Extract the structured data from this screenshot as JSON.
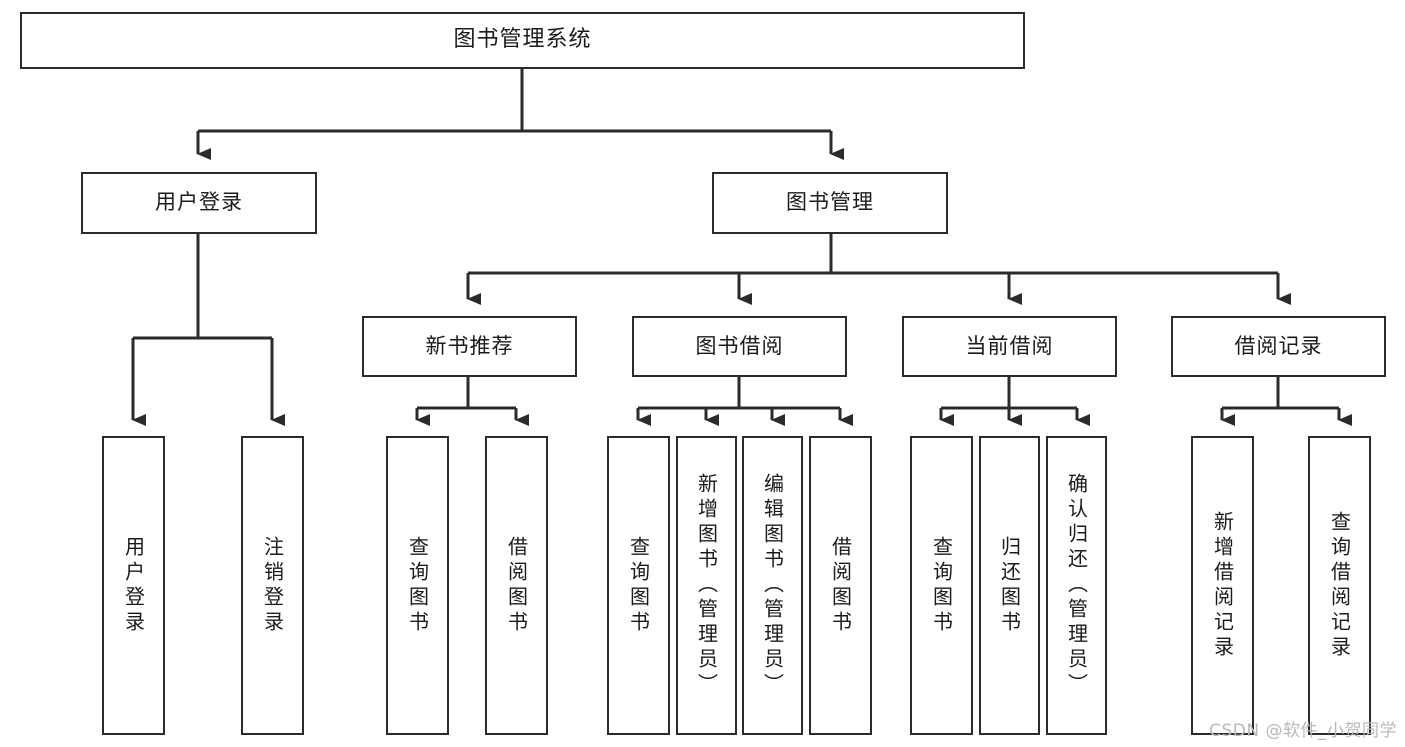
{
  "diagram": {
    "type": "tree-hierarchy",
    "title": "图书管理系统",
    "watermark": "CSDN @软件_小贺同学",
    "colors": {
      "box_border": "#2b2b2b",
      "box_fill": "#ffffff",
      "edge": "#2b2b2b",
      "text": "#1b1b1b",
      "watermark": "#b9b9b9",
      "background": "#ffffff"
    },
    "levels": [
      {
        "level": 1,
        "nodes": [
          {
            "id": "root",
            "label": "图书管理系统",
            "orientation": "horizontal"
          }
        ]
      },
      {
        "level": 2,
        "nodes": [
          {
            "id": "login",
            "label": "用户登录",
            "orientation": "horizontal",
            "parent": "root"
          },
          {
            "id": "bookmgmt",
            "label": "图书管理",
            "orientation": "horizontal",
            "parent": "root"
          }
        ]
      },
      {
        "level": 3,
        "nodes": [
          {
            "id": "newbook",
            "label": "新书推荐",
            "orientation": "horizontal",
            "parent": "bookmgmt"
          },
          {
            "id": "borrow",
            "label": "图书借阅",
            "orientation": "horizontal",
            "parent": "bookmgmt"
          },
          {
            "id": "current",
            "label": "当前借阅",
            "orientation": "horizontal",
            "parent": "bookmgmt"
          },
          {
            "id": "records",
            "label": "借阅记录",
            "orientation": "horizontal",
            "parent": "bookmgmt"
          }
        ]
      },
      {
        "level": 4,
        "nodes": [
          {
            "id": "leaf1",
            "label": "用户登录",
            "orientation": "vertical",
            "parent": "login"
          },
          {
            "id": "leaf2",
            "label": "注销登录",
            "orientation": "vertical",
            "parent": "login"
          },
          {
            "id": "leaf3",
            "label": "查询图书",
            "orientation": "vertical",
            "parent": "newbook"
          },
          {
            "id": "leaf4",
            "label": "借阅图书",
            "orientation": "vertical",
            "parent": "newbook"
          },
          {
            "id": "leaf5",
            "label": "查询图书",
            "orientation": "vertical",
            "parent": "borrow"
          },
          {
            "id": "leaf6",
            "label": "新增图书（管理员）",
            "orientation": "vertical",
            "parent": "borrow"
          },
          {
            "id": "leaf7",
            "label": "编辑图书（管理员）",
            "orientation": "vertical",
            "parent": "borrow"
          },
          {
            "id": "leaf8",
            "label": "借阅图书",
            "orientation": "vertical",
            "parent": "borrow"
          },
          {
            "id": "leaf9",
            "label": "查询图书",
            "orientation": "vertical",
            "parent": "current"
          },
          {
            "id": "leaf10",
            "label": "归还图书",
            "orientation": "vertical",
            "parent": "current"
          },
          {
            "id": "leaf11",
            "label": "确认归还（管理员）",
            "orientation": "vertical",
            "parent": "current"
          },
          {
            "id": "leaf12",
            "label": "新增借阅记录",
            "orientation": "vertical",
            "parent": "records"
          },
          {
            "id": "leaf13",
            "label": "查询借阅记录",
            "orientation": "vertical",
            "parent": "records"
          }
        ]
      }
    ]
  }
}
